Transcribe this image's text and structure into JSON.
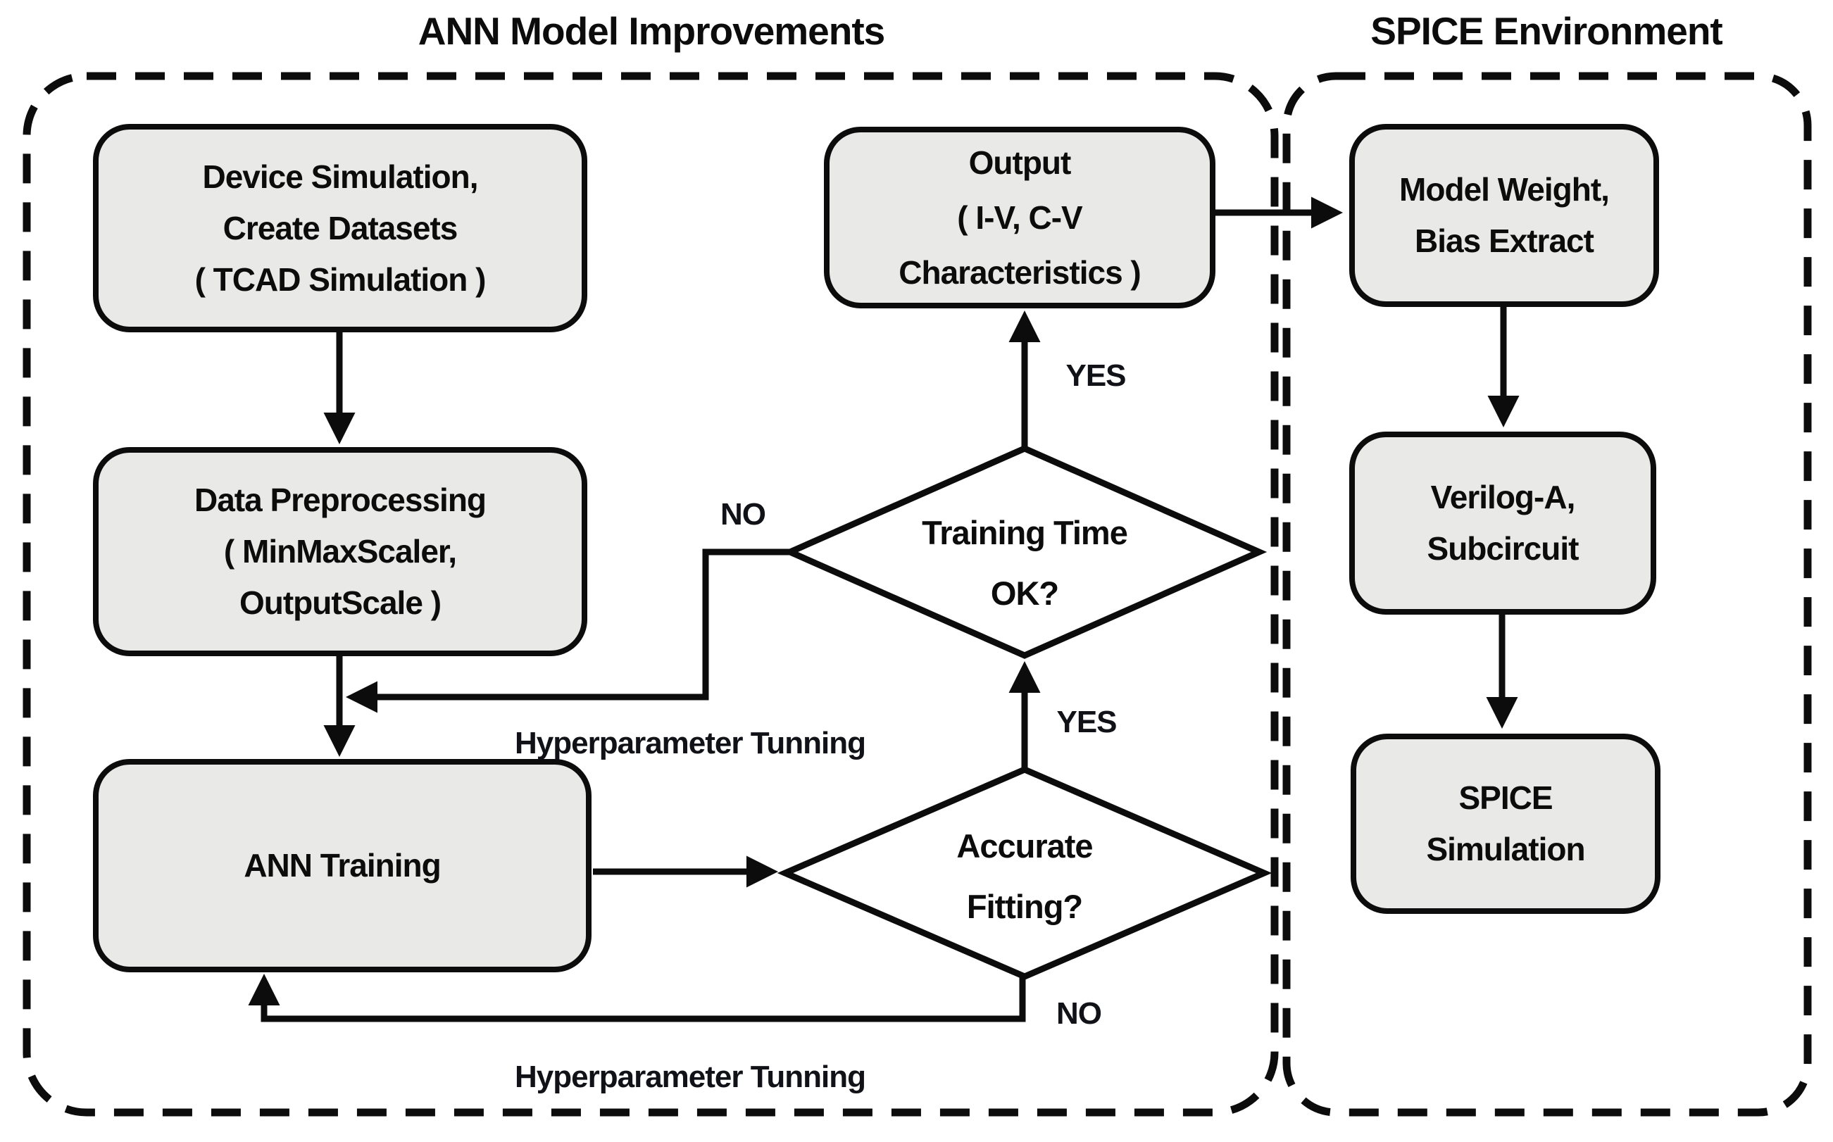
{
  "titles": {
    "left": "ANN Model Improvements",
    "right": "SPICE Environment"
  },
  "boxes": {
    "device_simulation": {
      "lines": [
        "Device Simulation,",
        "Create Datasets",
        "( TCAD Simulation )"
      ]
    },
    "data_preprocessing": {
      "lines": [
        "Data Preprocessing",
        "( MinMaxScaler,",
        "OutputScale )"
      ]
    },
    "ann_training": {
      "lines": [
        "ANN Training"
      ]
    },
    "output": {
      "lines": [
        "Output",
        "( I-V, C-V",
        "Characteristics )"
      ]
    },
    "model_weight": {
      "lines": [
        "Model Weight,",
        "Bias Extract"
      ]
    },
    "verilog": {
      "lines": [
        "Verilog-A,",
        "Subcircuit"
      ]
    },
    "spice_simulation": {
      "lines": [
        "SPICE",
        "Simulation"
      ]
    }
  },
  "decisions": {
    "training_time": {
      "lines": [
        "Training Time",
        "OK?"
      ]
    },
    "accurate_fitting": {
      "lines": [
        "Accurate",
        "Fitting?"
      ]
    }
  },
  "edge_labels": {
    "no_training_time": "NO",
    "yes_training_time": "YES",
    "yes_accurate_fitting": "YES",
    "no_accurate_fitting": "NO",
    "hyperparameter_tuning_mid": "Hyperparameter Tunning",
    "hyperparameter_tuning_bottom": "Hyperparameter Tunning"
  },
  "colors": {
    "box_fill": "#e9e9e8",
    "line": "#0c0c0c",
    "background": "#ffffff"
  }
}
